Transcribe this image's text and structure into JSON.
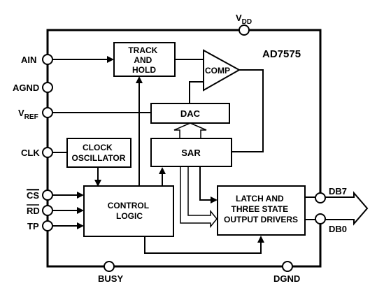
{
  "chip": {
    "part_number": "AD7575"
  },
  "pins": {
    "vdd": "V",
    "vdd_sub": "DD",
    "ain": "AIN",
    "agnd": "AGND",
    "vref": "V",
    "vref_sub": "REF",
    "clk": "CLK",
    "cs": "CS",
    "rd": "RD",
    "tp": "TP",
    "busy": "BUSY",
    "dgnd": "DGND",
    "db7": "DB7",
    "db0": "DB0"
  },
  "blocks": {
    "track_hold": [
      "TRACK",
      "AND",
      "HOLD"
    ],
    "comp": "COMP",
    "dac": "DAC",
    "sar": "SAR",
    "clock_osc": [
      "CLOCK",
      "OSCILLATOR"
    ],
    "control": [
      "CONTROL",
      "LOGIC"
    ],
    "latch": [
      "LATCH AND",
      "THREE STATE",
      "OUTPUT DRIVERS"
    ]
  },
  "colors": {
    "stroke": "#000000",
    "background": "#ffffff"
  }
}
